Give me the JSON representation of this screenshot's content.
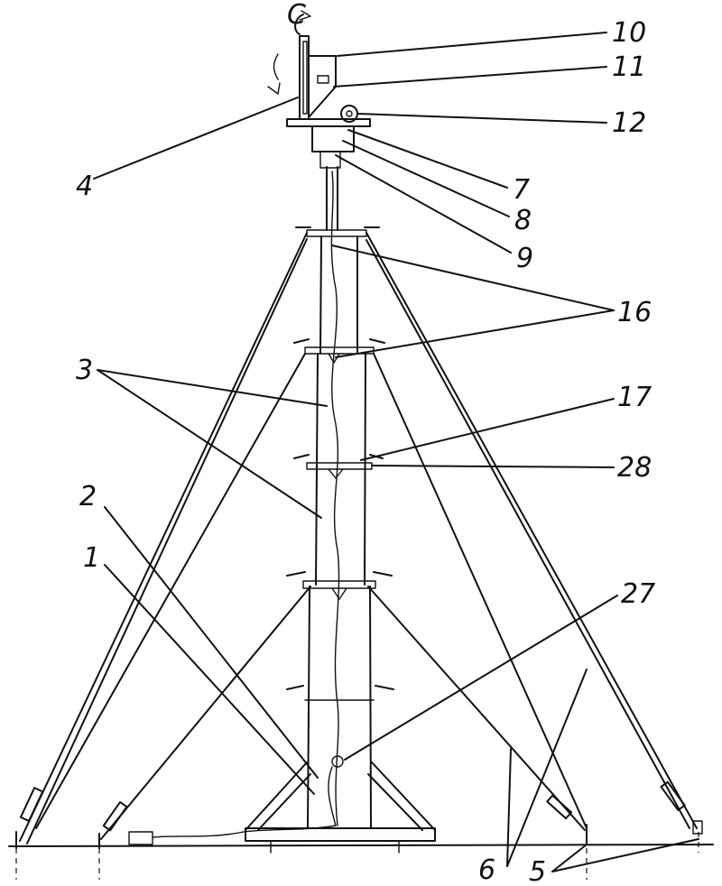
{
  "labels": {
    "c": "C",
    "n1": "1",
    "n2": "2",
    "n3": "3",
    "n4": "4",
    "n5": "5",
    "n6": "6",
    "n7": "7",
    "n8": "8",
    "n9": "9",
    "n10": "10",
    "n11": "11",
    "n12": "12",
    "n16": "16",
    "n17": "17",
    "n27": "27",
    "n28": "28"
  },
  "colors": {
    "ink": "#111111",
    "paper": "#ffffff"
  }
}
